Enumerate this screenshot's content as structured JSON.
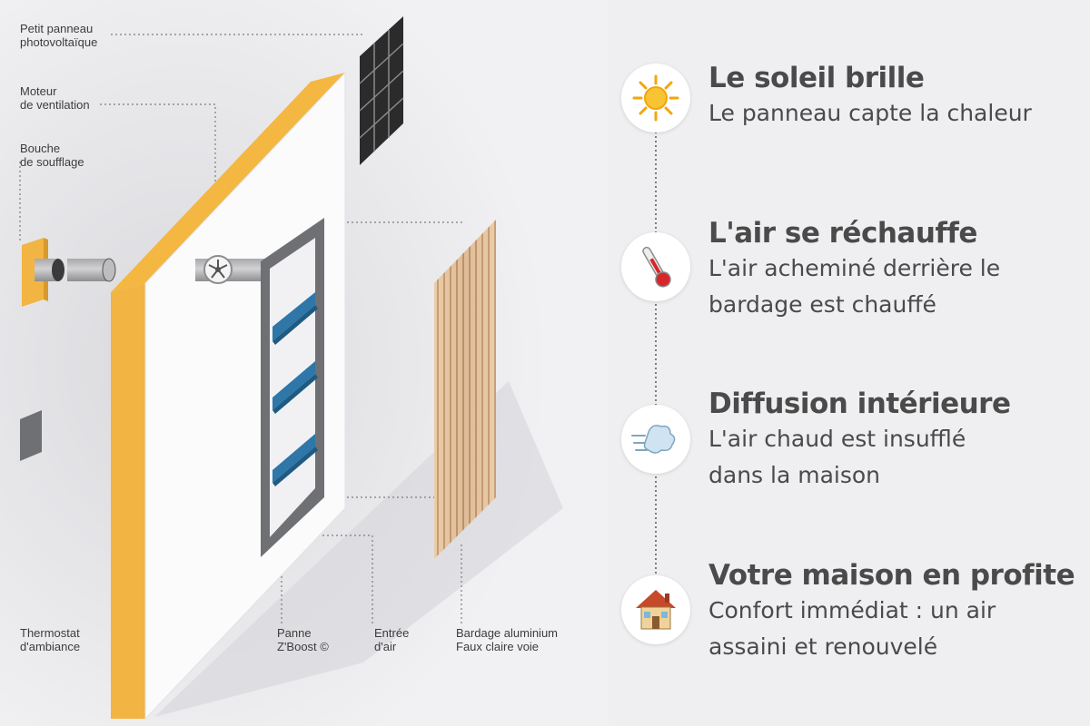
{
  "diagram": {
    "labels": {
      "panel": [
        "Petit panneau",
        "photovoltaïque"
      ],
      "fan": [
        "Moteur",
        "de ventilation"
      ],
      "outlet": [
        "Bouche",
        "de soufflage"
      ],
      "thermostat": [
        "Thermostat",
        "d'ambiance"
      ],
      "zboost": [
        "Panne",
        "Z'Boost ©"
      ],
      "air_inlet": [
        "Entrée",
        "d'air"
      ],
      "cladding": [
        "Bardage aluminium",
        "Faux claire voie"
      ]
    },
    "colors": {
      "insulation": "#f2b443",
      "wall": "#fbfbfc",
      "frame": "#6f7073",
      "slats": "#2e77a8",
      "cladding": "#e2bf97",
      "pv": "#2b2b2b"
    }
  },
  "steps": [
    {
      "icon": "sun-icon",
      "title": "Le soleil brille",
      "desc": [
        "Le panneau capte la chaleur"
      ]
    },
    {
      "icon": "thermometer-icon",
      "title": "L'air se réchauffe",
      "desc": [
        "L'air acheminé derrière le",
        "bardage est chauffé"
      ]
    },
    {
      "icon": "wind-icon",
      "title": "Diffusion intérieure",
      "desc": [
        "L'air chaud est insufflé",
        "dans la maison"
      ]
    },
    {
      "icon": "house-icon",
      "title": "Votre maison en profite",
      "desc": [
        "Confort immédiat : un air",
        "assaini et renouvelé"
      ]
    }
  ]
}
